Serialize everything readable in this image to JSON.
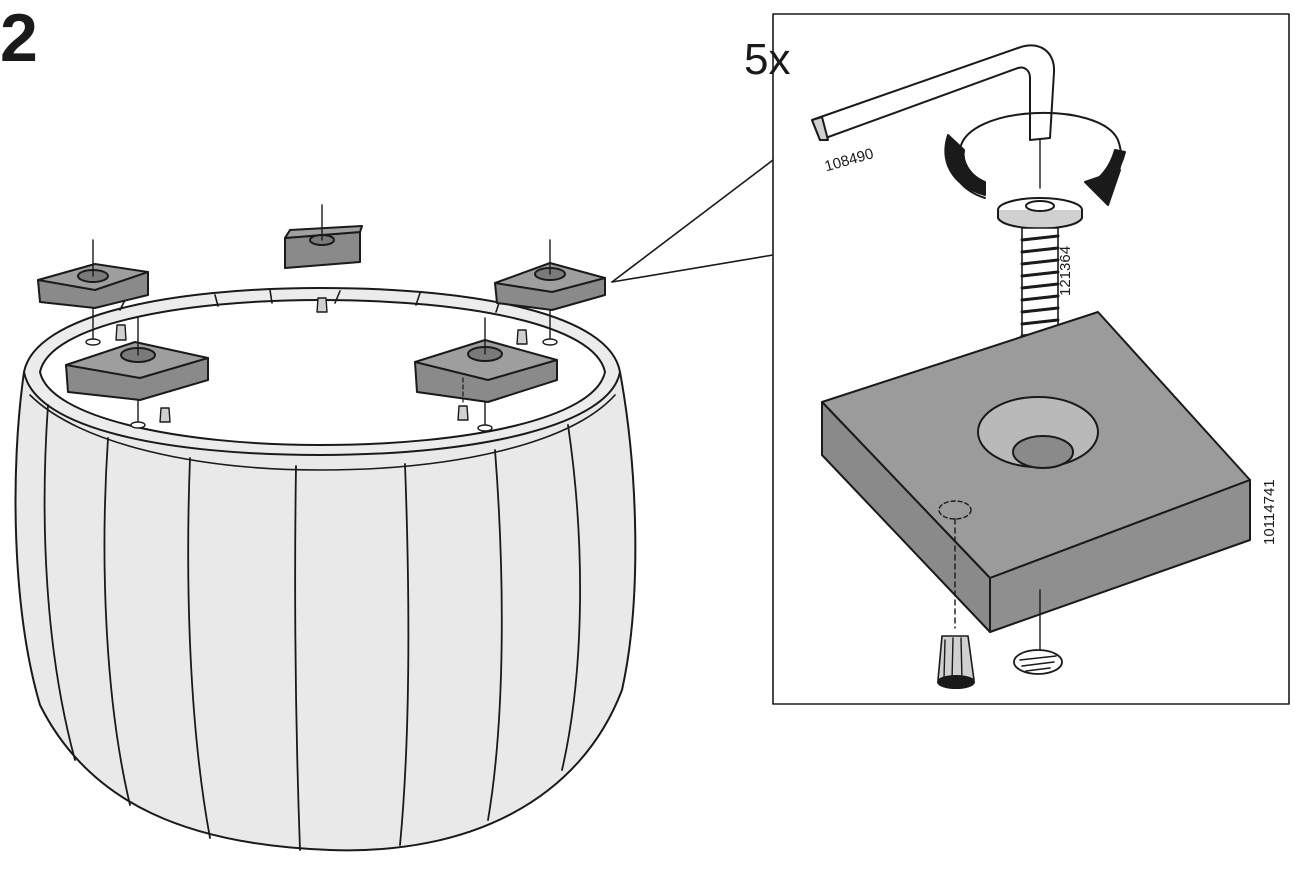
{
  "step": {
    "number": "2"
  },
  "detail": {
    "quantity": "5x",
    "parts": [
      {
        "name": "allen-key",
        "code": "108490"
      },
      {
        "name": "bolt",
        "code": "121364"
      },
      {
        "name": "foot-block",
        "code": "10114741"
      }
    ]
  },
  "colors": {
    "ink": "#1a1a1a",
    "foot_gray": "#8a8a8a",
    "foot_top": "#9b9b9b",
    "part_light": "#d0d0d0",
    "body_fill": "#e6e6e6"
  },
  "icons": [
    "allen-key-icon",
    "bolt-icon",
    "rotation-arrow-icon",
    "insert-nut-icon",
    "threaded-hole-icon"
  ]
}
